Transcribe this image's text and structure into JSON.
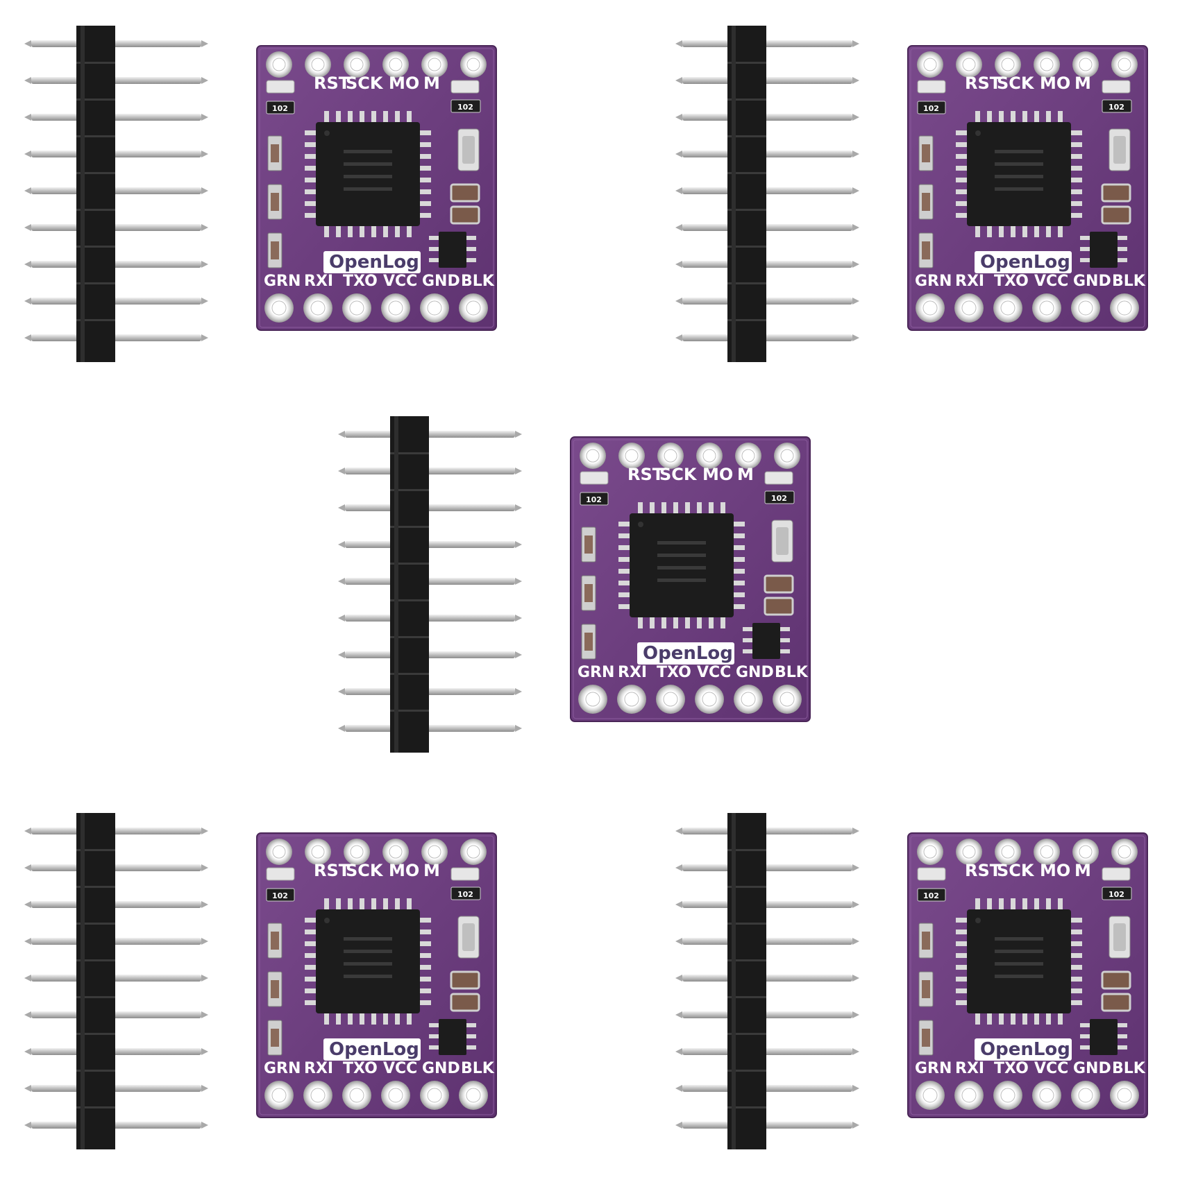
{
  "product": {
    "top_pin_labels": [
      "RST",
      "SCK",
      "MO",
      "M"
    ],
    "bottom_pin_labels": [
      "GRN",
      "RXI",
      "TXO",
      "VCC",
      "GND",
      "BLK"
    ],
    "logo_text": "OpenLog",
    "resistor_code": "102",
    "board_color": "#6a3d7a",
    "header_color": "#1a1a1a",
    "pin_color": "#c9c9c9"
  }
}
